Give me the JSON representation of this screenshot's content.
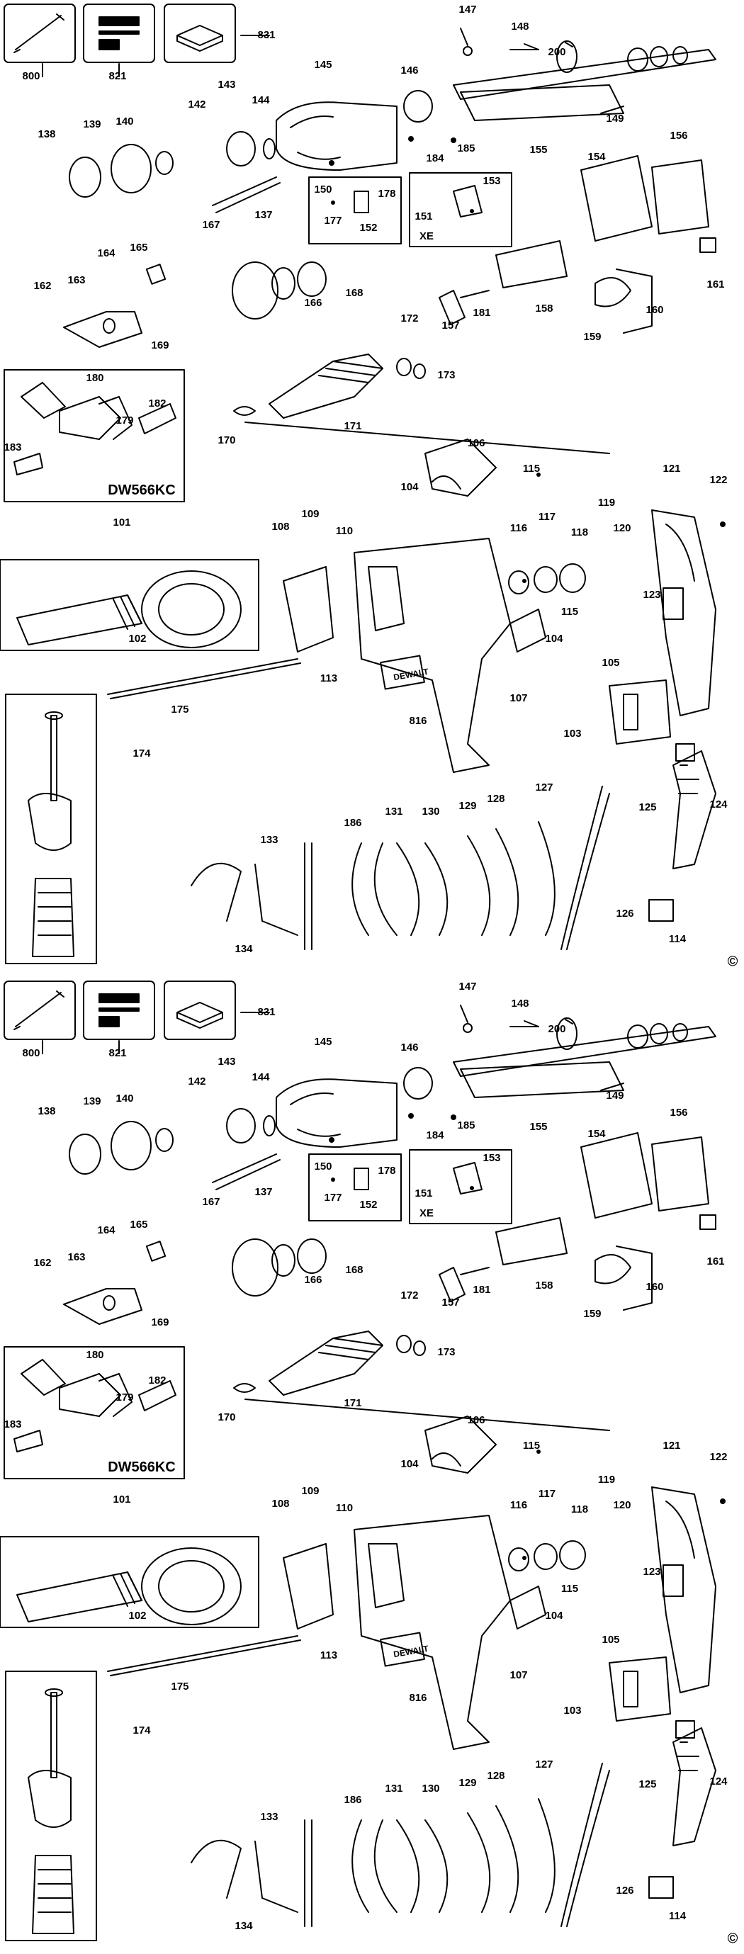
{
  "diagram": {
    "model_label": "DW566KC",
    "switch_variant_label": "XE",
    "brand_label": "DEWALT",
    "copyright_symbol": "©",
    "part_numbers": [
      "800",
      "821",
      "831",
      "147",
      "148",
      "200",
      "145",
      "146",
      "149",
      "138",
      "139",
      "140",
      "142",
      "143",
      "144",
      "184",
      "185",
      "155",
      "154",
      "156",
      "137",
      "150",
      "177",
      "152",
      "178",
      "151",
      "153",
      "167",
      "166",
      "168",
      "164",
      "165",
      "162",
      "163",
      "169",
      "157",
      "181",
      "158",
      "159",
      "160",
      "161",
      "172",
      "173",
      "170",
      "171",
      "180",
      "179",
      "182",
      "183",
      "106",
      "104",
      "115",
      "121",
      "122",
      "101",
      "102",
      "108",
      "109",
      "110",
      "113",
      "116",
      "117",
      "118",
      "119",
      "120",
      "123",
      "107",
      "105",
      "103",
      "816",
      "175",
      "174",
      "125",
      "124",
      "133",
      "186",
      "131",
      "130",
      "129",
      "128",
      "127",
      "134",
      "126",
      "114"
    ]
  }
}
